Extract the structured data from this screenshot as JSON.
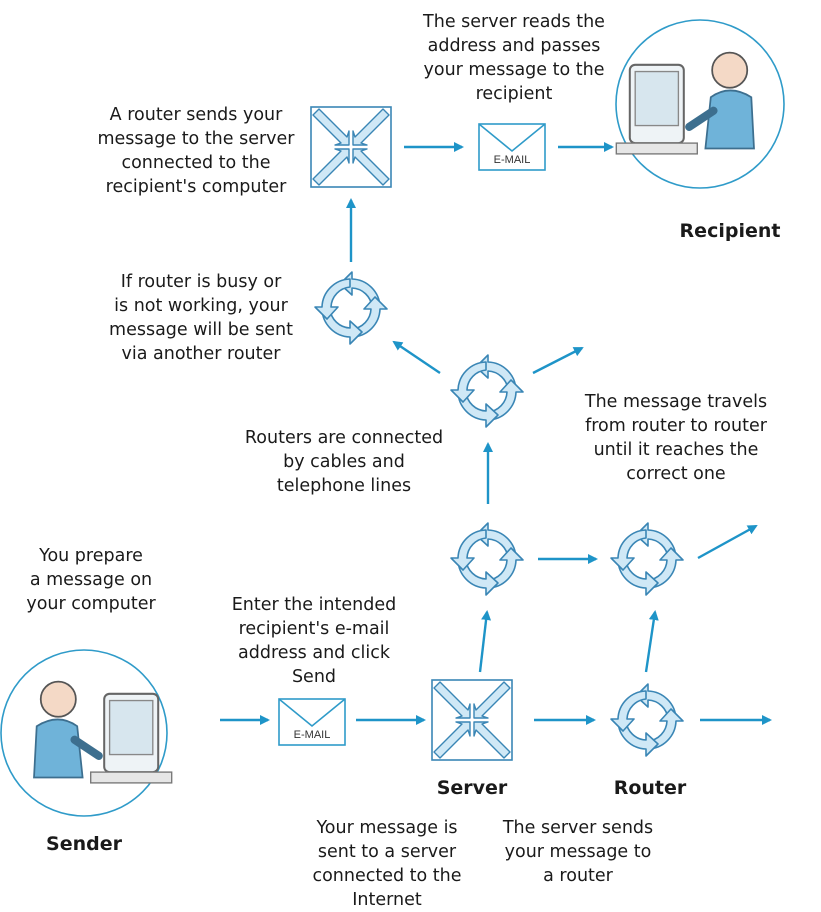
{
  "colors": {
    "arrow": "#1e94c8",
    "router_fill": "#cfe8f6",
    "router_stroke": "#3a86b5",
    "circle_stroke": "#2f9bc9"
  },
  "labels": {
    "sender": "Sender",
    "recipient": "Recipient",
    "server": "Server",
    "router": "Router",
    "email_tag": "E-MAIL"
  },
  "captions": {
    "prepare": "You prepare\na message on\nyour computer",
    "enter_address": "Enter the intended\nrecipient's e-mail\naddress and click\nSend",
    "sent_to_server": "Your message is\nsent to a server\nconnected to the\nInternet",
    "server_sends": "The server sends\nyour message to\na router",
    "routers_connected": "Routers are connected\nby cables and\ntelephone lines",
    "travels": "The message travels\nfrom router to router\nuntil it reaches the\ncorrect one",
    "router_busy": "If router is busy or\nis not working, your\nmessage will be sent\nvia another router",
    "router_sends": "A router sends your\nmessage to the server\nconnected to the\nrecipient's computer",
    "server_reads": "The server reads the\naddress and passes\nyour message to the\nrecipient"
  },
  "icons": {
    "sender": "person-at-computer-icon",
    "recipient": "person-at-computer-icon",
    "email": "envelope-icon",
    "server": "server-icon",
    "router": "router-cycle-icon"
  }
}
